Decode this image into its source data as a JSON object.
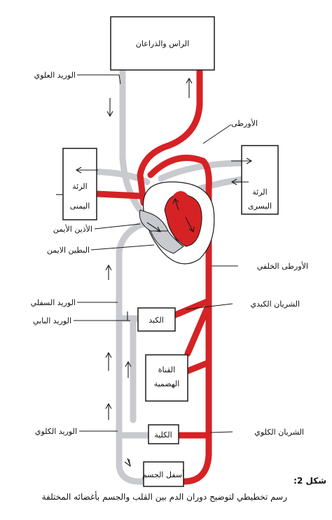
{
  "boxes": {
    "head": "الراس والذراعان",
    "right_lung_1": "الرئة",
    "right_lung_2": "اليمنى",
    "left_lung_1": "الرئة",
    "left_lung_2": "اليسرى",
    "liver": "الكبد",
    "gut_1": "القناة",
    "gut_2": "الهضمية",
    "kidney": "الكلية",
    "lower_body": "أسفل الجسم"
  },
  "labels": {
    "superior_vena_cava": "الوريد العلوي",
    "aorta": "الأورطى",
    "right_atrium": "الأذين الأيمن",
    "right_ventricle": "البطين الايمن",
    "dorsal_aorta": "الأورطى الخلفي",
    "inferior_vena_cava": "الوريد السفلي",
    "hepatic_artery": "الشريان الكبدي",
    "portal_vein": "الوريد البابي",
    "renal_vein": "الوريد الكلوي",
    "renal_artery": "الشريان الكلوي"
  },
  "caption": {
    "figure": "شكل 2:",
    "text": "رسم تخطيطي لتوضيح دوران الدم بين القلب والجسم بأغضائه المختلفة"
  },
  "colors": {
    "oxygenated": "#d62224",
    "deoxygenated": "#c9cacf",
    "outline": "#1a1a1a"
  }
}
